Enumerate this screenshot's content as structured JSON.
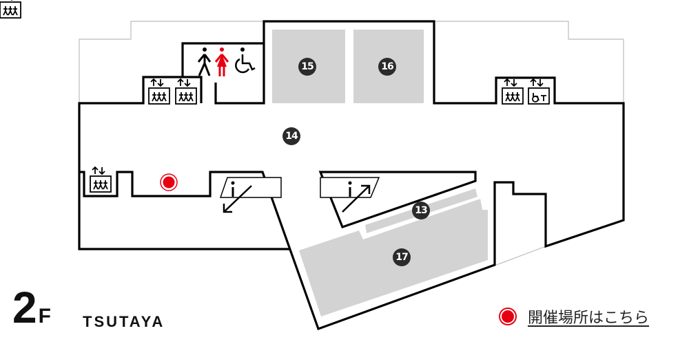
{
  "floor": {
    "number": "2",
    "suffix": "F",
    "store": "TSUTAYA"
  },
  "areas": [
    {
      "id": "15",
      "label": "15"
    },
    {
      "id": "16",
      "label": "16"
    },
    {
      "id": "14",
      "label": "14"
    },
    {
      "id": "13",
      "label": "13"
    },
    {
      "id": "17",
      "label": "17"
    }
  ],
  "legend": {
    "label": "開催場所はこちら",
    "marker_color": "#e60012"
  },
  "icons": [
    "elevator-icon",
    "restroom-men-icon",
    "restroom-women-icon",
    "accessible-restroom-icon",
    "escalator-up-icon",
    "escalator-down-icon",
    "event-location-marker"
  ],
  "colors": {
    "walls": "#000000",
    "shop_area": "#d3d3d3",
    "marker": "#e60012",
    "badge": "#2b2b2b"
  }
}
